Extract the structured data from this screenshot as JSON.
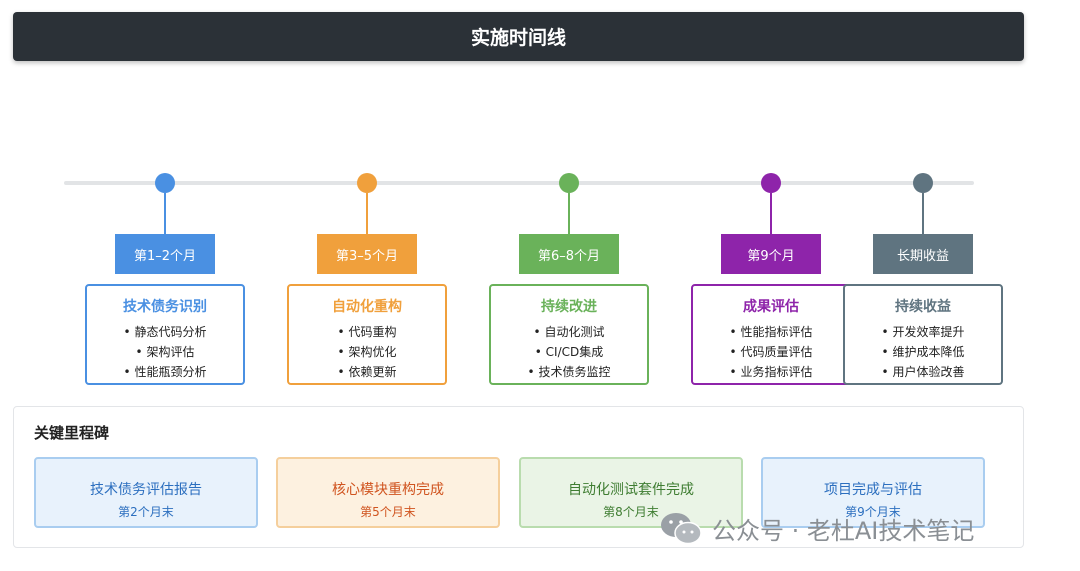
{
  "title": "实施时间线",
  "phases": [
    {
      "label": "第1–2个月",
      "color": "#4a90e2",
      "card_title": "技术债务识别",
      "items": [
        "静态代码分析",
        "架构评估",
        "性能瓶颈分析"
      ]
    },
    {
      "label": "第3–5个月",
      "color": "#f0a03c",
      "card_title": "自动化重构",
      "items": [
        "代码重构",
        "架构优化",
        "依赖更新"
      ]
    },
    {
      "label": "第6–8个月",
      "color": "#6ab25a",
      "card_title": "持续改进",
      "items": [
        "自动化测试",
        "CI/CD集成",
        "技术债务监控"
      ]
    },
    {
      "label": "第9个月",
      "color": "#8e24aa",
      "card_title": "成果评估",
      "items": [
        "性能指标评估",
        "代码质量评估",
        "业务指标评估"
      ]
    },
    {
      "label": "长期收益",
      "color": "#5f7480",
      "card_title": "持续收益",
      "items": [
        "开发效率提升",
        "维护成本降低",
        "用户体验改善"
      ]
    }
  ],
  "milestones": {
    "heading": "关键里程碑",
    "items": [
      {
        "title": "技术债务评估报告",
        "date": "第2个月末",
        "color": "#2c6fbf",
        "bg": "#e8f2fc",
        "border": "#a9cdf0"
      },
      {
        "title": "核心模块重构完成",
        "date": "第5个月末",
        "color": "#d0541f",
        "bg": "#fdf1e0",
        "border": "#f5cf9c"
      },
      {
        "title": "自动化测试套件完成",
        "date": "第8个月末",
        "color": "#3f7d32",
        "bg": "#eaf4e6",
        "border": "#b9dcae"
      },
      {
        "title": "项目完成与评估",
        "date": "第9个月末",
        "color": "#2c6fbf",
        "bg": "#e8f2fc",
        "border": "#a9cdf0"
      }
    ]
  },
  "watermark": "公众号 · 老杜AI技术笔记",
  "watermark_icon": "wechat-icon"
}
